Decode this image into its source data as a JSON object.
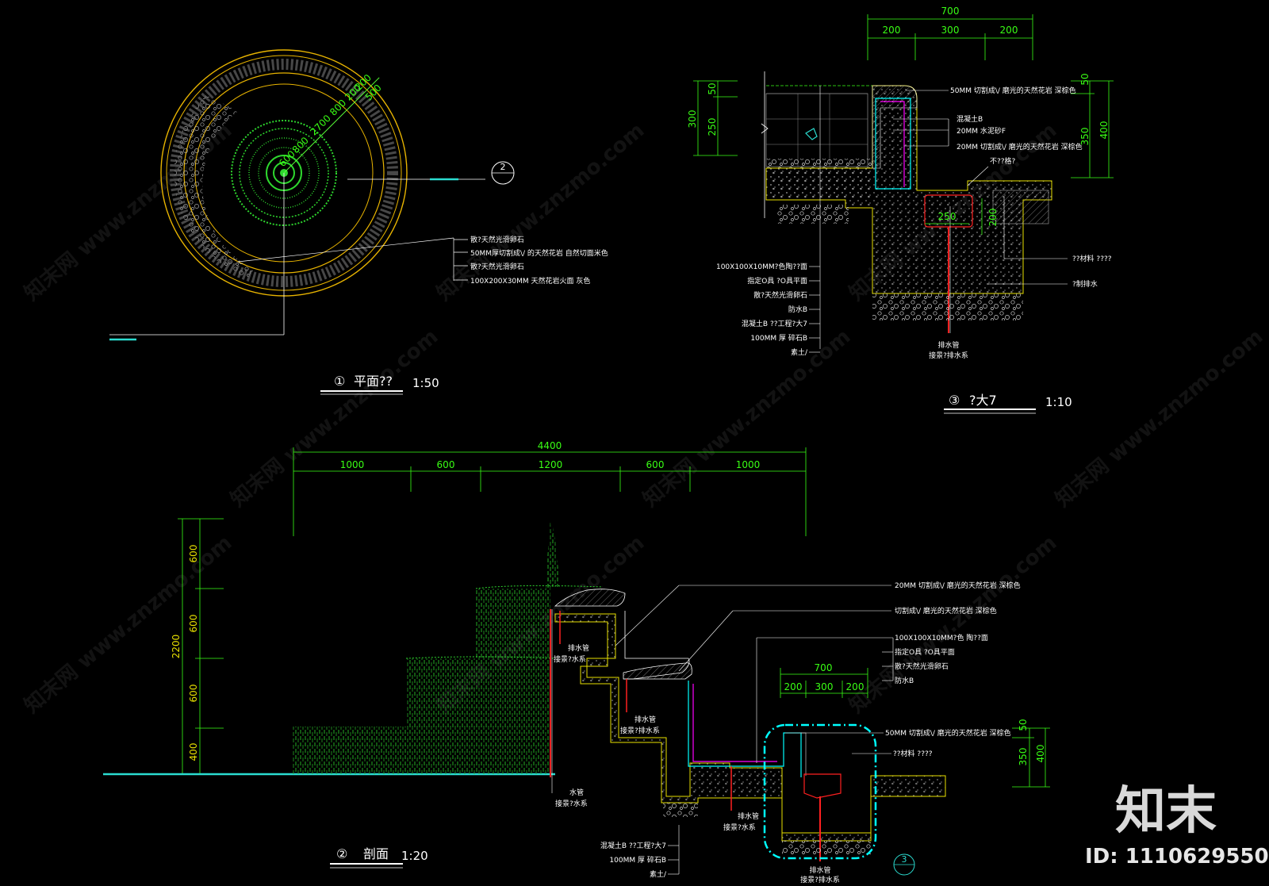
{
  "plan": {
    "radial_dims": [
      "2700",
      "800",
      "200",
      "200",
      "500",
      "600",
      "800"
    ],
    "callout_marker": "2",
    "labels": [
      "散?天然光滑卵石",
      "50MM厚切割成\\/ 的天然花岩  自然切面米色",
      "散?天然光滑卵石",
      "100X200X30MM  天然花岩火面  灰色"
    ],
    "title_number": "①",
    "title": "平面??",
    "scale": "1:50"
  },
  "detail": {
    "dims_top": {
      "total": "700",
      "parts": [
        "200",
        "300",
        "200"
      ]
    },
    "dims_left": [
      "50",
      "250",
      "300"
    ],
    "dims_right": [
      "50",
      "350",
      "400"
    ],
    "dim_inner": "250",
    "dim_inner_v": "200",
    "labels_right": [
      "50MM 切割成\\/ 磨光的天然花岩  深棕色",
      "混凝土B",
      "20MM 水泥砂F",
      "20MM 切割成\\/ 磨光的天然花岩  深棕色",
      "不??格?",
      "??材料  ????",
      "?制排水"
    ],
    "labels_left": [
      "100X100X10MM?色陶??面",
      "指定O具  ?O具平面",
      "散?天然光滑卵石",
      "防水B",
      "混凝土B  ??工程?大7",
      "100MM 厚  碎石B",
      "素土/"
    ],
    "drain_label": [
      "排水管",
      "接景?排水系"
    ],
    "title_number": "③",
    "title": "?大7",
    "scale": "1:10"
  },
  "section": {
    "dims_top": {
      "total": "4400",
      "parts": [
        "1000",
        "600",
        "1200",
        "600",
        "1000"
      ]
    },
    "dims_left": {
      "total": "2200",
      "parts": [
        "600",
        "600",
        "600",
        "400"
      ]
    },
    "labels_right": [
      "20MM 切割成\\/ 磨光的天然花岩  深棕色",
      "切割成\\/ 磨光的天然花岩  深棕色",
      "100X100X10MM?色  陶??面",
      "指定O具  ?O具平面",
      "散?天然光滑卵石",
      "防水B",
      "50MM 切割成\\/ 磨光的天然花岩  深棕色",
      "??材料  ????"
    ],
    "inner_dims": {
      "total": "700",
      "parts": [
        "200",
        "300",
        "200"
      ],
      "right": [
        "50",
        "350",
        "400"
      ]
    },
    "drain_labels": [
      [
        "排水管",
        "接景?水系"
      ],
      [
        "排水管",
        "接景?排水系"
      ],
      [
        "排水管",
        "接景?水系"
      ],
      [
        "排水管",
        "接景?排水系"
      ]
    ],
    "water_pipe": [
      "水管",
      "接景?水系"
    ],
    "labels_bottom": [
      "混凝土B  ??工程?大7",
      "100MM 厚  碎石B",
      "素土/"
    ],
    "callout_marker": "3",
    "title_number": "②",
    "title": "剖面",
    "scale": "1:20"
  },
  "watermark": {
    "site": "znzmo.com",
    "brand": "知末网 www.znzmo.com",
    "logo": "知末",
    "id": "ID: 1110629550"
  },
  "colors": {
    "background": "#000000",
    "dimension": "#39ff14",
    "outline": "#e8e000",
    "magenta": "#ff00ff",
    "cyan": "#00ffff",
    "red": "#ff2020",
    "water": "#2bdcd0"
  }
}
